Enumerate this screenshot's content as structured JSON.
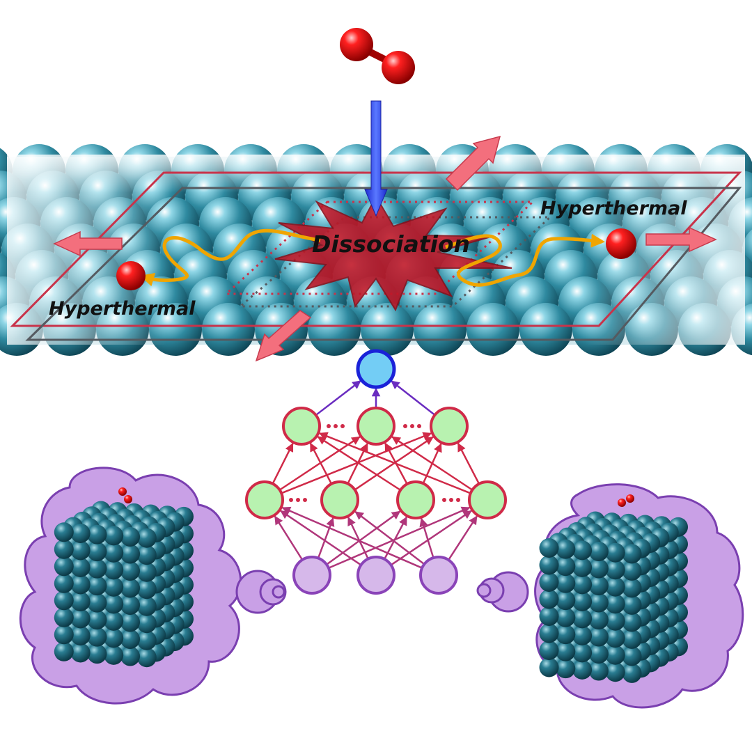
{
  "labels": {
    "center": "Dissociation",
    "right": "Hyperthermal",
    "left": "Hyperthermal"
  },
  "network": {
    "input_nodes": 3,
    "hidden1_nodes": 4,
    "hidden2_nodes": 3,
    "output_nodes": 1
  },
  "colors": {
    "surface": "#2a7d92",
    "surface_light": "#7fc4d4",
    "oxygen": "#e00000",
    "trajectory": "#f0a500",
    "incident_arrow": "#2236e0",
    "outgoing_arrow": "#f36f7d",
    "burst": "#c01525",
    "frame_outer": "#c8334a",
    "frame_inner": "#555a60",
    "output_node": "#73cdf5",
    "output_stroke": "#1a22d8",
    "hidden_node": "#b8f2b0",
    "hidden_stroke": "#d02a48",
    "input_node": "#d6b8ea",
    "input_stroke": "#8a44b8",
    "cloud_fill": "#c9a0e6",
    "cloud_stroke": "#7a3fb0",
    "cluster_atom": "#1e6478"
  }
}
